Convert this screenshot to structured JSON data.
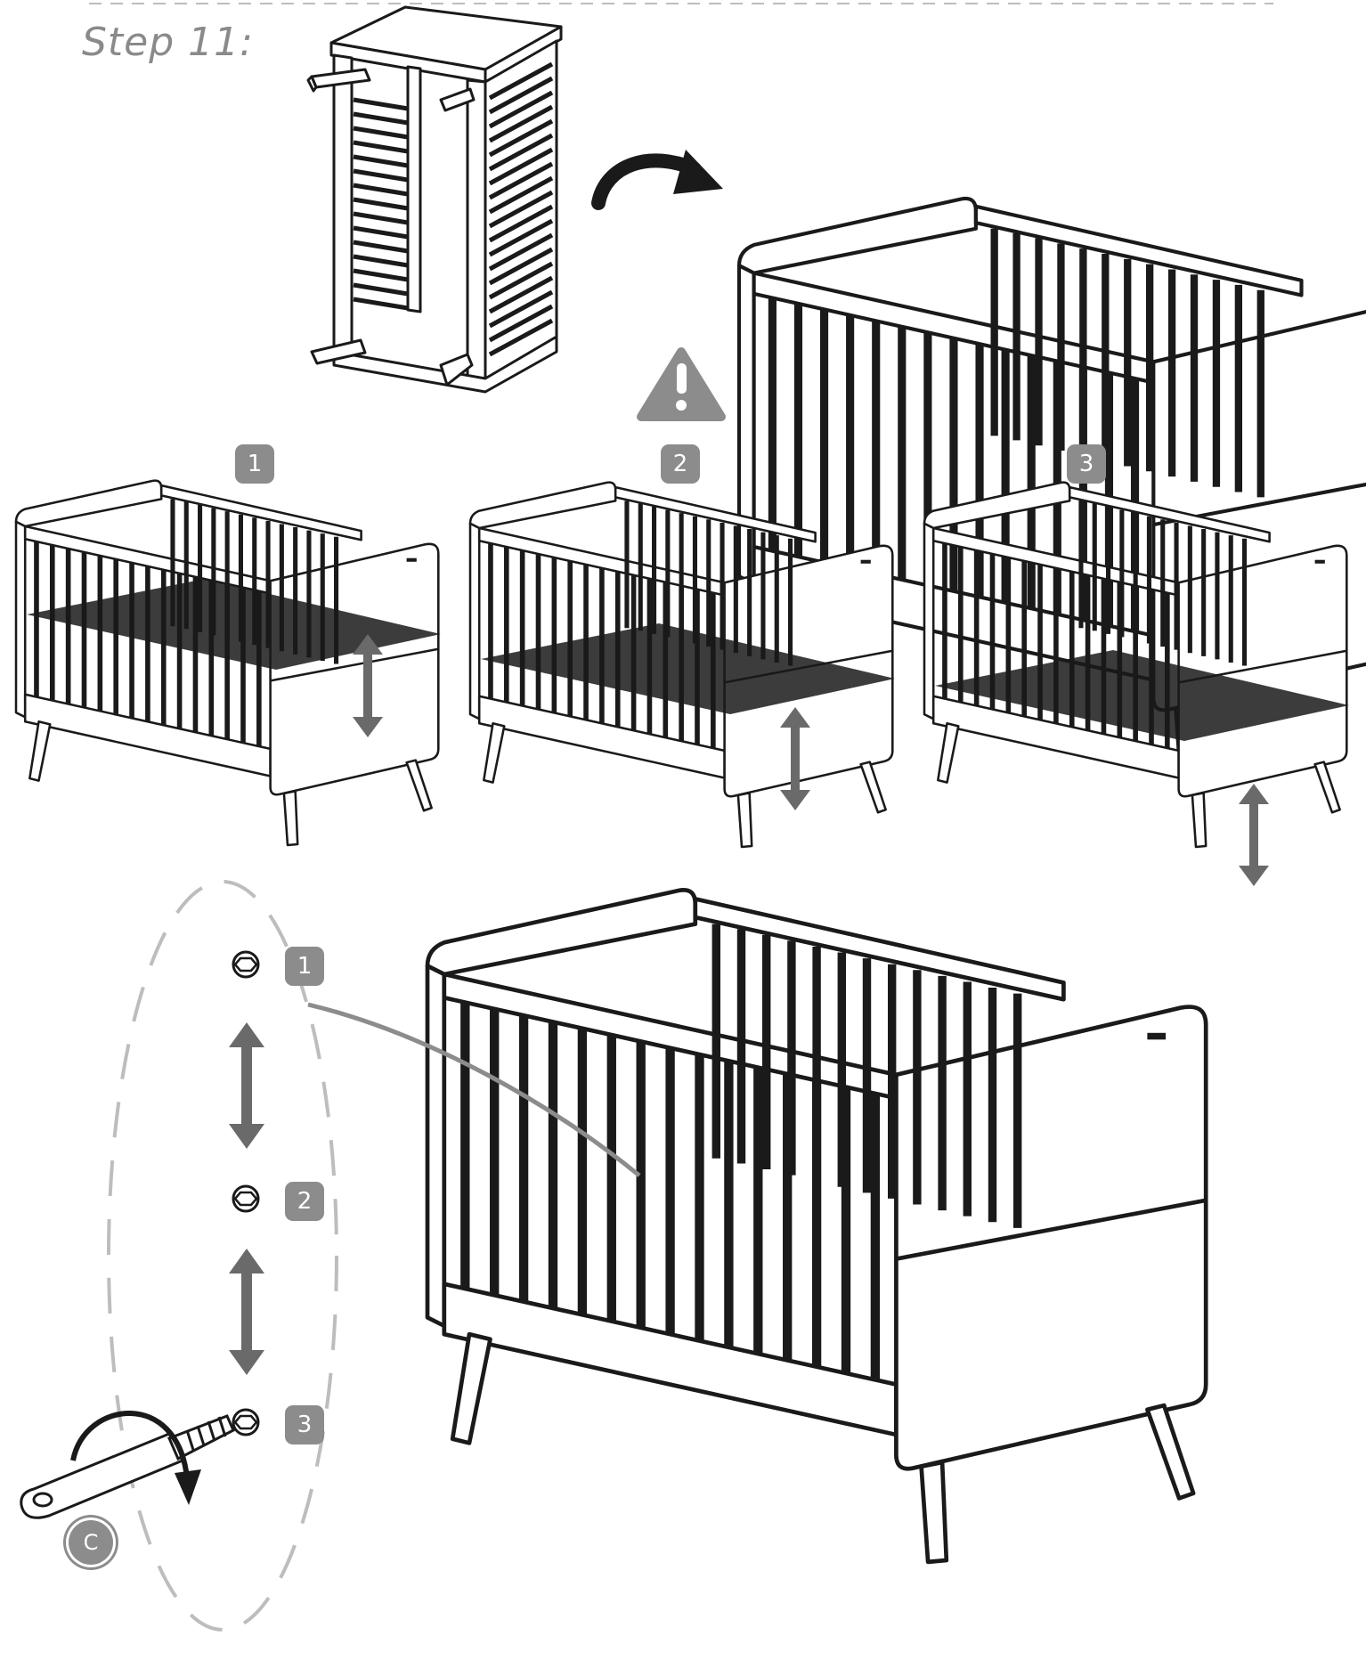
{
  "step": {
    "title": "Step 11:"
  },
  "height_badges": [
    "1",
    "2",
    "3"
  ],
  "detail_badges": [
    "1",
    "2",
    "3"
  ],
  "tool_badge": "C",
  "colors": {
    "line": "#1a1a1a",
    "badge": "#8c8c8c",
    "dash": "#bdbdbd",
    "warning": "#8c8c8c"
  },
  "icons": [
    "warning-icon",
    "rotate-arrow-icon",
    "up-down-arrow-icon",
    "nut-icon",
    "allen-key-icon"
  ]
}
